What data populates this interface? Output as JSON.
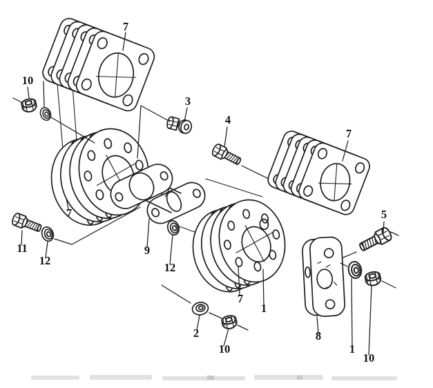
{
  "diagram": {
    "type": "exploded-parts-diagram",
    "colors": {
      "line": "#1b1b1b",
      "background": "#ffffff"
    },
    "callouts": [
      {
        "id": "callout-7-top-left",
        "label": "7"
      },
      {
        "id": "callout-10-upper-left",
        "label": "10"
      },
      {
        "id": "callout-3",
        "label": "3"
      },
      {
        "id": "callout-4",
        "label": "4"
      },
      {
        "id": "callout-7-upper-right",
        "label": "7"
      },
      {
        "id": "callout-7-left",
        "label": "7"
      },
      {
        "id": "callout-11",
        "label": "11"
      },
      {
        "id": "callout-12-left",
        "label": "12"
      },
      {
        "id": "callout-9",
        "label": "9"
      },
      {
        "id": "callout-12-center",
        "label": "12"
      },
      {
        "id": "callout-5",
        "label": "5"
      },
      {
        "id": "callout-2",
        "label": "2"
      },
      {
        "id": "callout-10-bottom-center",
        "label": "10"
      },
      {
        "id": "callout-7-bottom-center",
        "label": "7"
      },
      {
        "id": "callout-1-bottom-center",
        "label": "1"
      },
      {
        "id": "callout-8",
        "label": "8"
      },
      {
        "id": "callout-1-bottom-right",
        "label": "1"
      },
      {
        "id": "callout-10-bottom-right",
        "label": "10"
      }
    ]
  }
}
